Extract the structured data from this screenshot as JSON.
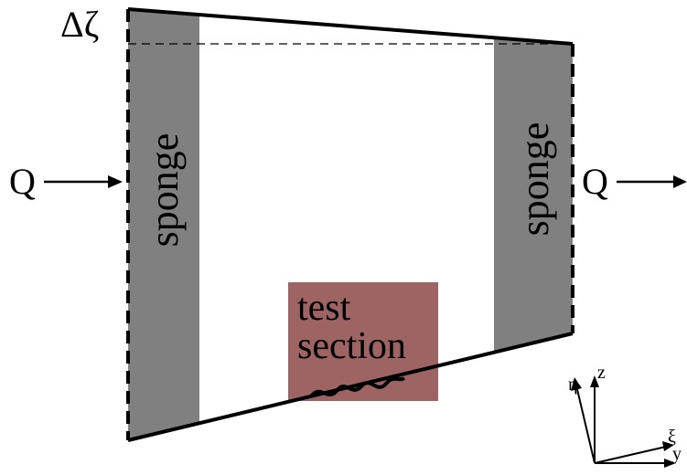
{
  "labels": {
    "delta_zeta": "Δζ",
    "sponge_left": "sponge",
    "sponge_right": "sponge",
    "q_in": "Q",
    "q_out": "Q",
    "test_section_line1": "test",
    "test_section_line2": "section"
  },
  "axes": {
    "eta": "η",
    "z": "z",
    "xi": "ξ",
    "y": "y"
  },
  "colors": {
    "outline": "#000000",
    "sponge": "#808080",
    "test_section": "#9e6464",
    "background": "#ffffff"
  }
}
